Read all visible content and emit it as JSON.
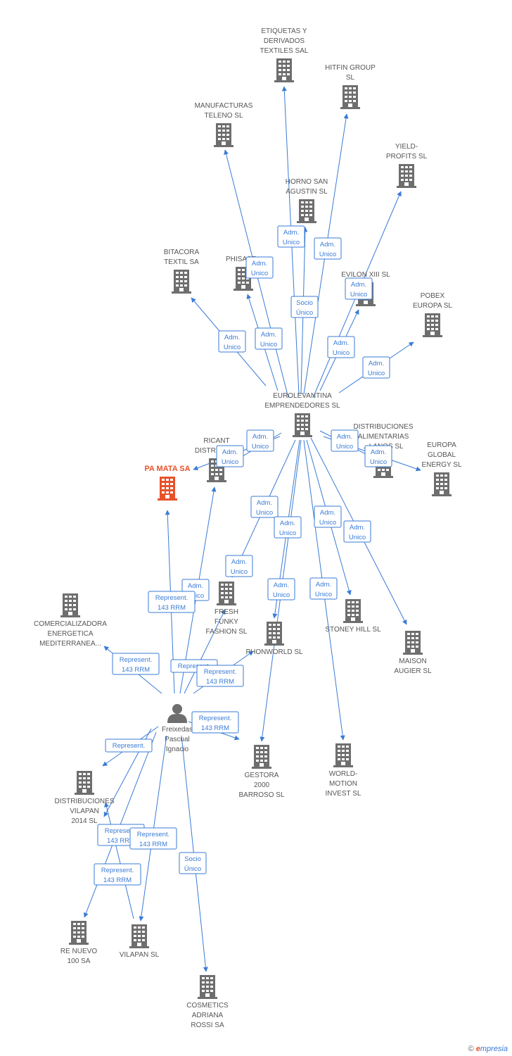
{
  "nodes": [
    {
      "id": "etiquetas",
      "type": "company",
      "label": [
        "ETIQUETAS Y",
        "DERIVADOS",
        "TEXTILES SAL"
      ]
    },
    {
      "id": "hitfin",
      "type": "company",
      "label": [
        "HITFIN GROUP",
        "SL"
      ]
    },
    {
      "id": "manufacturas",
      "type": "company",
      "label": [
        "MANUFACTURAS",
        "TELENO SL"
      ]
    },
    {
      "id": "yield",
      "type": "company",
      "label": [
        "YIELD-",
        "PROFITS SL"
      ]
    },
    {
      "id": "horno",
      "type": "company",
      "label": [
        "HORNO SAN",
        "AGUSTIN  SL"
      ]
    },
    {
      "id": "bitacora",
      "type": "company",
      "label": [
        "BITACORA",
        "TEXTIL SA"
      ]
    },
    {
      "id": "phisast",
      "type": "company",
      "label": [
        "PHISAST..."
      ]
    },
    {
      "id": "evilon",
      "type": "company",
      "label": [
        "EVILON XIII  SL"
      ]
    },
    {
      "id": "pobex",
      "type": "company",
      "label": [
        "POBEX",
        "EUROPA SL"
      ]
    },
    {
      "id": "eurolevantina",
      "type": "company",
      "label": [
        "EUROLEVANTINA",
        "EMPRENDEDORES SL"
      ]
    },
    {
      "id": "ricant",
      "type": "company",
      "label": [
        "RICANT",
        "DISTRIBUC..."
      ]
    },
    {
      "id": "distalim",
      "type": "company",
      "label": [
        "DISTRIBUCIONES",
        "ALIMENTARIAS",
        "...LANOS SL"
      ]
    },
    {
      "id": "europaglobal",
      "type": "company",
      "label": [
        "EUROPA",
        "GLOBAL",
        "ENERGY  SL"
      ]
    },
    {
      "id": "pamata",
      "type": "main",
      "label": [
        "PA MATA SA"
      ]
    },
    {
      "id": "fresh",
      "type": "company",
      "label": [
        "FRESH",
        "FUNKY",
        "FASHION SL"
      ]
    },
    {
      "id": "phonworld",
      "type": "company",
      "label": [
        "PHONWORLD SL"
      ]
    },
    {
      "id": "stoney",
      "type": "company",
      "label": [
        "STONEY HILL SL"
      ]
    },
    {
      "id": "maison",
      "type": "company",
      "label": [
        "MAISON",
        "AUGIER  SL"
      ]
    },
    {
      "id": "comercializadora",
      "type": "company",
      "label": [
        "COMERCIALIZADORA",
        "ENERGETICA",
        "MEDITERRANEA..."
      ]
    },
    {
      "id": "freixedas",
      "type": "person",
      "label": [
        "Freixedas",
        "Pascual",
        "Ignacio"
      ]
    },
    {
      "id": "gestora",
      "type": "company",
      "label": [
        "GESTORA",
        "2000",
        "BARROSO SL"
      ]
    },
    {
      "id": "worldmotion",
      "type": "company",
      "label": [
        "WORLD-",
        "MOTION",
        "INVEST  SL"
      ]
    },
    {
      "id": "distvilapan",
      "type": "company",
      "label": [
        "DISTRIBUCIONES",
        "VILAPAN",
        "2014  SL"
      ]
    },
    {
      "id": "renuevo",
      "type": "company",
      "label": [
        "RE NUEVO",
        "100 SA"
      ]
    },
    {
      "id": "vilapan",
      "type": "company",
      "label": [
        "VILAPAN SL"
      ]
    },
    {
      "id": "cosmetics",
      "type": "company",
      "label": [
        "COSMETICS",
        "ADRIANA",
        "ROSSI SA"
      ]
    }
  ],
  "relations": [
    {
      "label": [
        "Adm.",
        "Unico"
      ]
    },
    {
      "label": [
        "Adm.",
        "Unico"
      ]
    },
    {
      "label": [
        "Adm.",
        "Unico"
      ]
    },
    {
      "label": [
        "Adm.",
        "Unico"
      ]
    },
    {
      "label": [
        "Adm.",
        "Unico"
      ]
    },
    {
      "label": [
        "Socio",
        "Único"
      ]
    },
    {
      "label": [
        "Adm.",
        "Unico"
      ]
    },
    {
      "label": [
        "Adm.",
        "Unico"
      ]
    },
    {
      "label": [
        "Adm.",
        "Unico"
      ]
    },
    {
      "label": [
        "Adm.",
        "Unico"
      ]
    },
    {
      "label": [
        "Adm.",
        "Unico"
      ]
    },
    {
      "label": [
        "Adm.",
        "Unico"
      ]
    },
    {
      "label": [
        "Adm.",
        "Unico"
      ]
    },
    {
      "label": [
        "Adm.",
        "Unico"
      ]
    },
    {
      "label": [
        "Adm.",
        "Unico"
      ]
    },
    {
      "label": [
        "Adm.",
        "Unico"
      ]
    },
    {
      "label": [
        "Adm.",
        "Unico"
      ]
    },
    {
      "label": [
        "Adm.",
        "Unico"
      ]
    },
    {
      "label": [
        "Adm.",
        "Unico"
      ]
    },
    {
      "label": [
        "Adm.",
        "Unico"
      ]
    },
    {
      "label": [
        "Adm.",
        "Unico"
      ]
    },
    {
      "label": [
        "Represent.",
        "143 RRM"
      ]
    },
    {
      "label": [
        "Represent.",
        "143 RRM"
      ]
    },
    {
      "label": [
        "Represent."
      ]
    },
    {
      "label": [
        "Represent.",
        "143 RRM"
      ]
    },
    {
      "label": [
        "Represent.",
        "143 RRM"
      ]
    },
    {
      "label": [
        "Represent."
      ]
    },
    {
      "label": [
        "Represent.",
        "143 RRM"
      ]
    },
    {
      "label": [
        "Represent.",
        "143 RRM"
      ]
    },
    {
      "label": [
        "Represent.",
        "143 RRM"
      ]
    },
    {
      "label": [
        "Socio",
        "Único"
      ]
    },
    {
      "label": [
        "Represent.",
        "143 RRM"
      ]
    }
  ],
  "footer": {
    "copyright": "©",
    "brand_e": "e",
    "brand_rest": "mpresia"
  },
  "colors": {
    "edge": "#3a7bd5",
    "company": "#6e6e6e",
    "main": "#e8522a"
  }
}
